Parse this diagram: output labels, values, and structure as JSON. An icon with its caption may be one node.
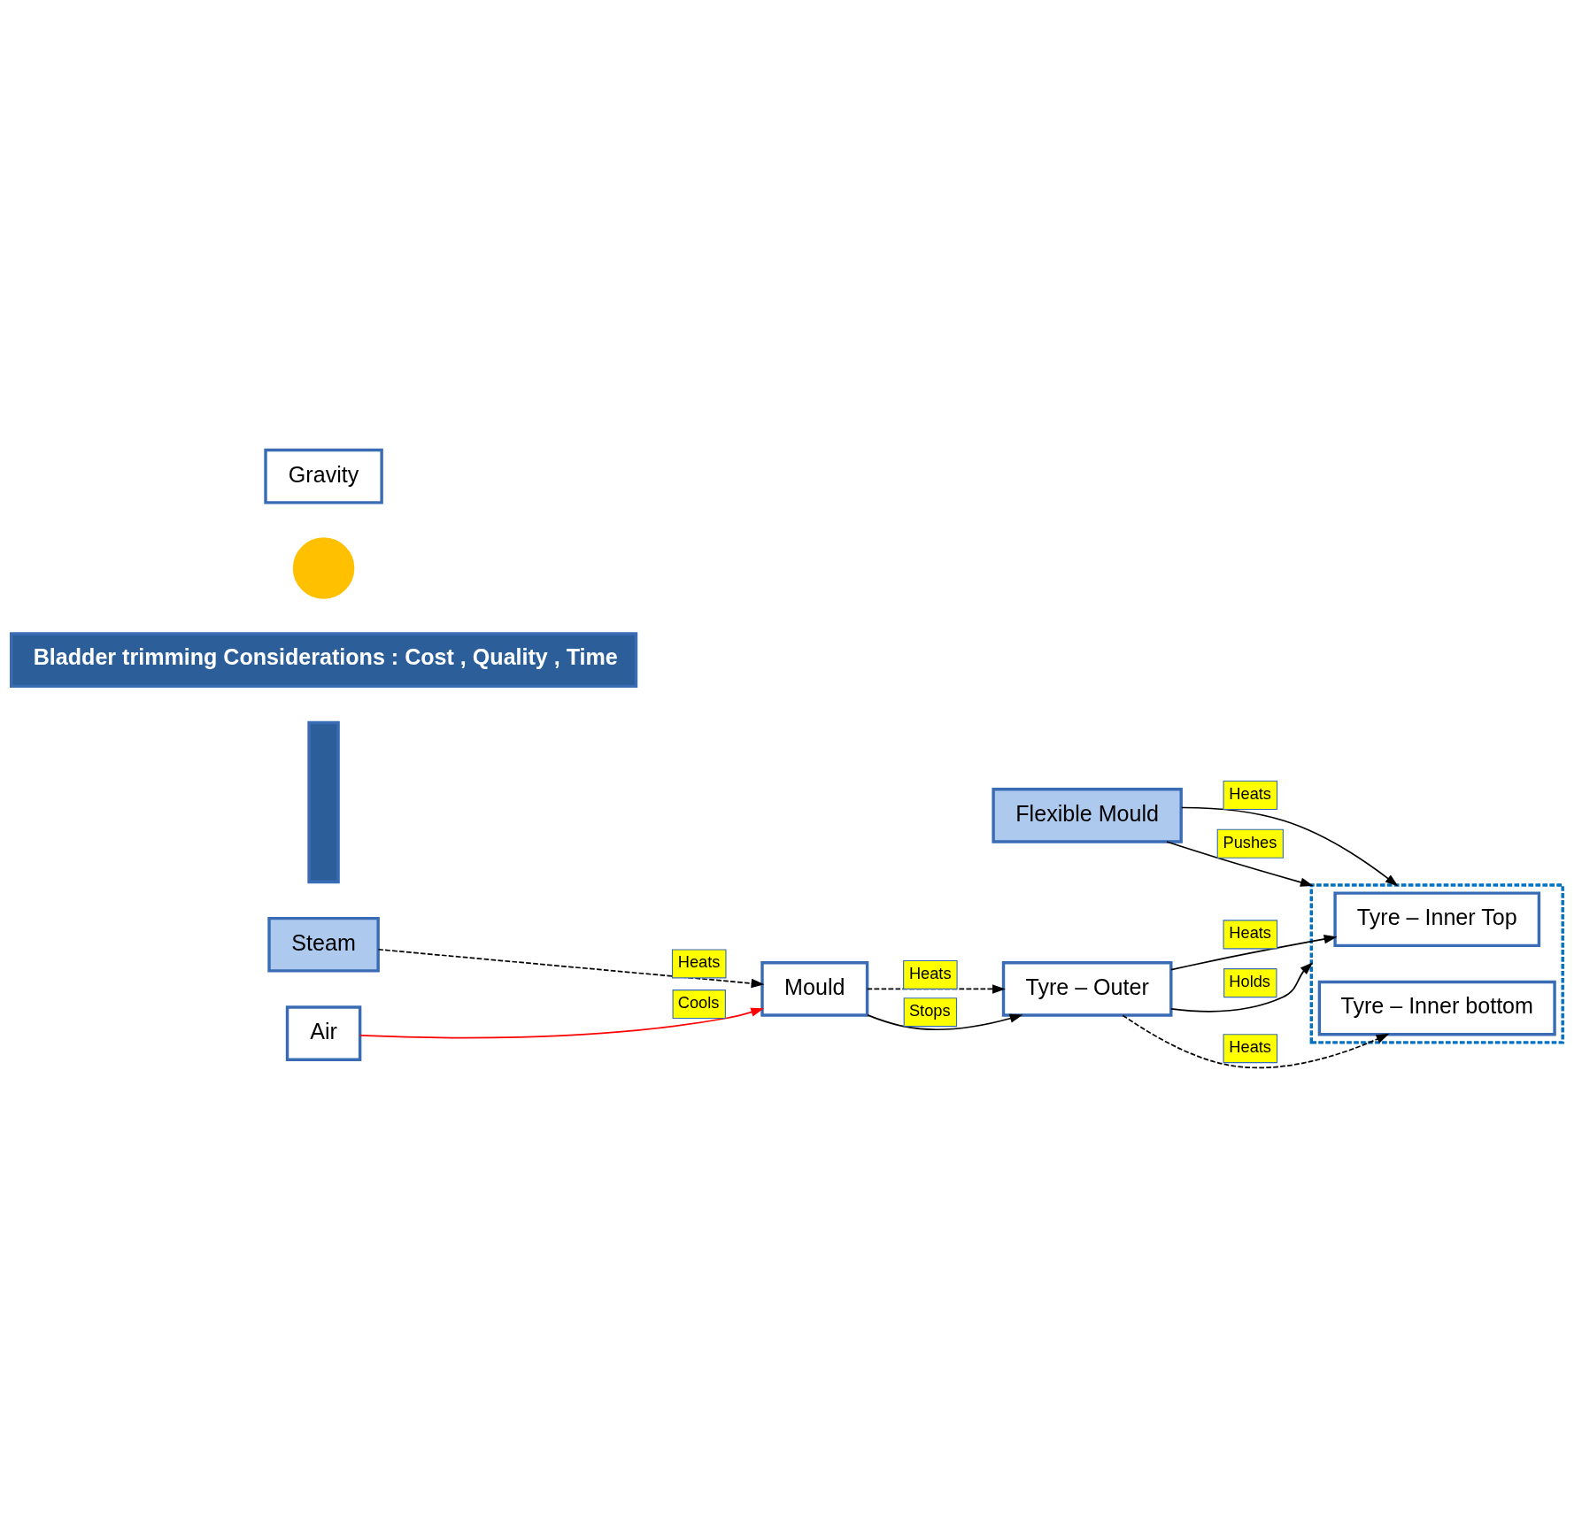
{
  "diagram": {
    "nodes": [
      {
        "text": [
          "Tyre – Outer"
        ]
      },
      {
        "text": [],
        "shape": "box"
      },
      {
        "text": [
          "Tyre – Inner Top"
        ],
        "in": 1
      },
      {
        "text": [
          "Tyre – Inner bottom"
        ],
        "in": 1
      },
      {
        "text": [
          "Flexible Mould"
        ]
      },
      {
        "text": [],
        "shape": "bar"
      },
      {
        "text": [
          "Bladder trimming Considerations : Cost , Quality , Time"
        ]
      },
      {
        "text": [],
        "shape": "circle"
      },
      {
        "text": [
          "Mould"
        ]
      },
      {
        "text": [
          "Steam"
        ]
      },
      {
        "text": [
          "Air"
        ]
      },
      {
        "text": [
          "Gravity"
        ]
      }
    ],
    "edges": [
      {
        "from": 0,
        "to": 2,
        "arrow": "to",
        "label": "Heats"
      },
      {
        "from": 0,
        "to": 1,
        "arrow": "to",
        "label": "Holds"
      },
      {
        "from": 0,
        "to": 3,
        "arrow": "to",
        "label": "Heats",
        "style": "dashed"
      },
      {
        "from": 4,
        "to": 1,
        "arrow": "to",
        "label": "Heats"
      },
      {
        "from": 4,
        "to": 1,
        "arrow": "to",
        "label": "Pushes"
      },
      {
        "from": 8,
        "to": 0,
        "arrow": "to",
        "label": "Heats",
        "style": "dashed"
      },
      {
        "from": 8,
        "to": 0,
        "arrow": "to",
        "label": "Stops"
      },
      {
        "from": 9,
        "to": 8,
        "arrow": "to",
        "label": "Heats",
        "style": "dashed"
      },
      {
        "from": 10,
        "to": 8,
        "arrow": "to",
        "label": "Cools",
        "color": "#ff0000"
      }
    ]
  }
}
